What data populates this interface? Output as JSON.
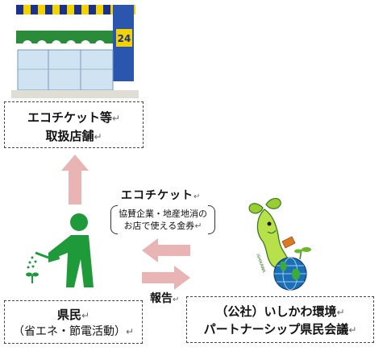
{
  "store": {
    "sign_number": "24",
    "label_line1": "エコチケット等",
    "label_line2": "取扱店舗"
  },
  "ticket": {
    "label": "エコチケット",
    "desc_line1": "協賛企業・地産地消の",
    "desc_line2": "お店で使える金券"
  },
  "citizen": {
    "label_line1": "県民",
    "label_line2": "（省エネ・節電活動）"
  },
  "council": {
    "label_line1": "（公社）いしかわ環境",
    "label_line2": "パートナーシップ県民会議"
  },
  "report_label": "報告",
  "mascot_text": "ISHIKAWA",
  "paragraph_mark": "↵",
  "colors": {
    "arrow": "#e8b4b4",
    "person": "#1f9a3a",
    "awning_blue": "#1b2f8c",
    "awning_yellow": "#f2d200",
    "store_green": "#2a8c3a",
    "mascot": "#9acd32",
    "globe": "#1a6fb5"
  }
}
